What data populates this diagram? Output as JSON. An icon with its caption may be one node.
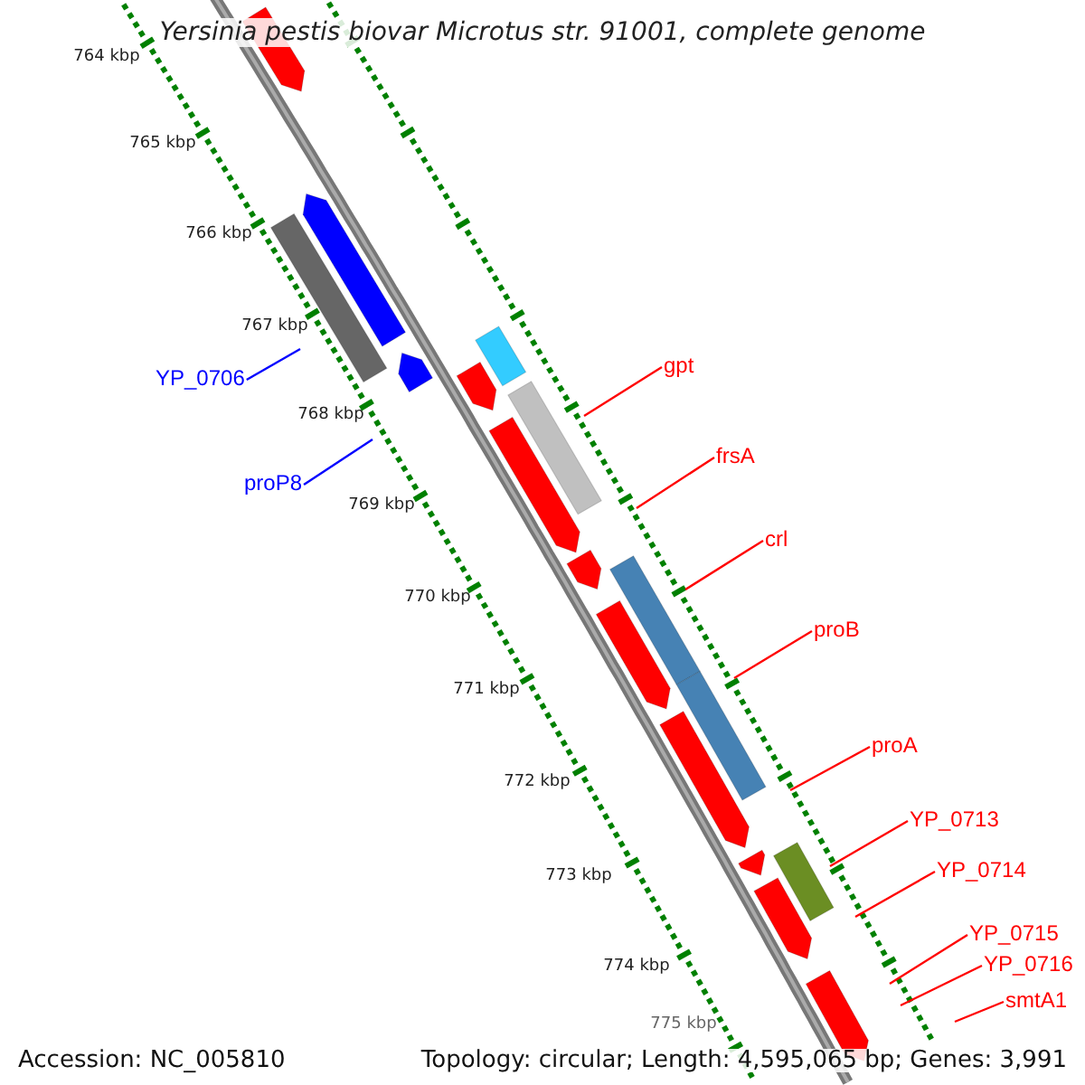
{
  "diagram": {
    "title": "Yersinia pestis biovar Microtus str. 91001, complete genome",
    "nodes": [
      {
        "text": [
          "YP_0706"
        ]
      },
      {
        "text": [
          "proP8"
        ]
      },
      {
        "text": [
          "gpt"
        ]
      },
      {
        "text": [
          "frsA"
        ]
      },
      {
        "text": [
          "crl"
        ]
      },
      {
        "text": [
          "proB"
        ]
      },
      {
        "text": [
          "proA"
        ]
      },
      {
        "text": [
          "YP_0713"
        ]
      },
      {
        "text": [
          "YP_0714"
        ]
      },
      {
        "text": [
          "YP_0715"
        ]
      },
      {
        "text": [
          "YP_0716"
        ]
      },
      {
        "text": [
          "smtA1"
        ]
      }
    ],
    "edges": [
      {
        "from": 0,
        "to": null,
        "arrow": "none",
        "color": "#0000ff"
      },
      {
        "from": 1,
        "to": null,
        "arrow": "none",
        "color": "#0000ff"
      },
      {
        "from": 2,
        "to": null,
        "arrow": "none"
      },
      {
        "from": 3,
        "to": null,
        "arrow": "none"
      },
      {
        "from": 4,
        "to": null,
        "arrow": "none"
      },
      {
        "from": 5,
        "to": null,
        "arrow": "none"
      },
      {
        "from": 6,
        "to": null,
        "arrow": "none"
      },
      {
        "from": 7,
        "to": null,
        "arrow": "none"
      },
      {
        "from": 8,
        "to": null,
        "arrow": "none"
      },
      {
        "from": 9,
        "to": null,
        "arrow": "none"
      },
      {
        "from": 10,
        "to": null,
        "arrow": "none"
      },
      {
        "from": 11,
        "to": null,
        "arrow": "none"
      }
    ],
    "labels": [
      "764 kbp",
      "765 kbp",
      "766 kbp",
      "767 kbp",
      "768 kbp",
      "769 kbp",
      "770 kbp",
      "771 kbp",
      "772 kbp",
      "773 kbp",
      "774 kbp",
      "775 kbp",
      "Accession: NC_005810",
      "Topology: circular; Length: 4,595,065 bp; Genes: 3,991"
    ]
  }
}
